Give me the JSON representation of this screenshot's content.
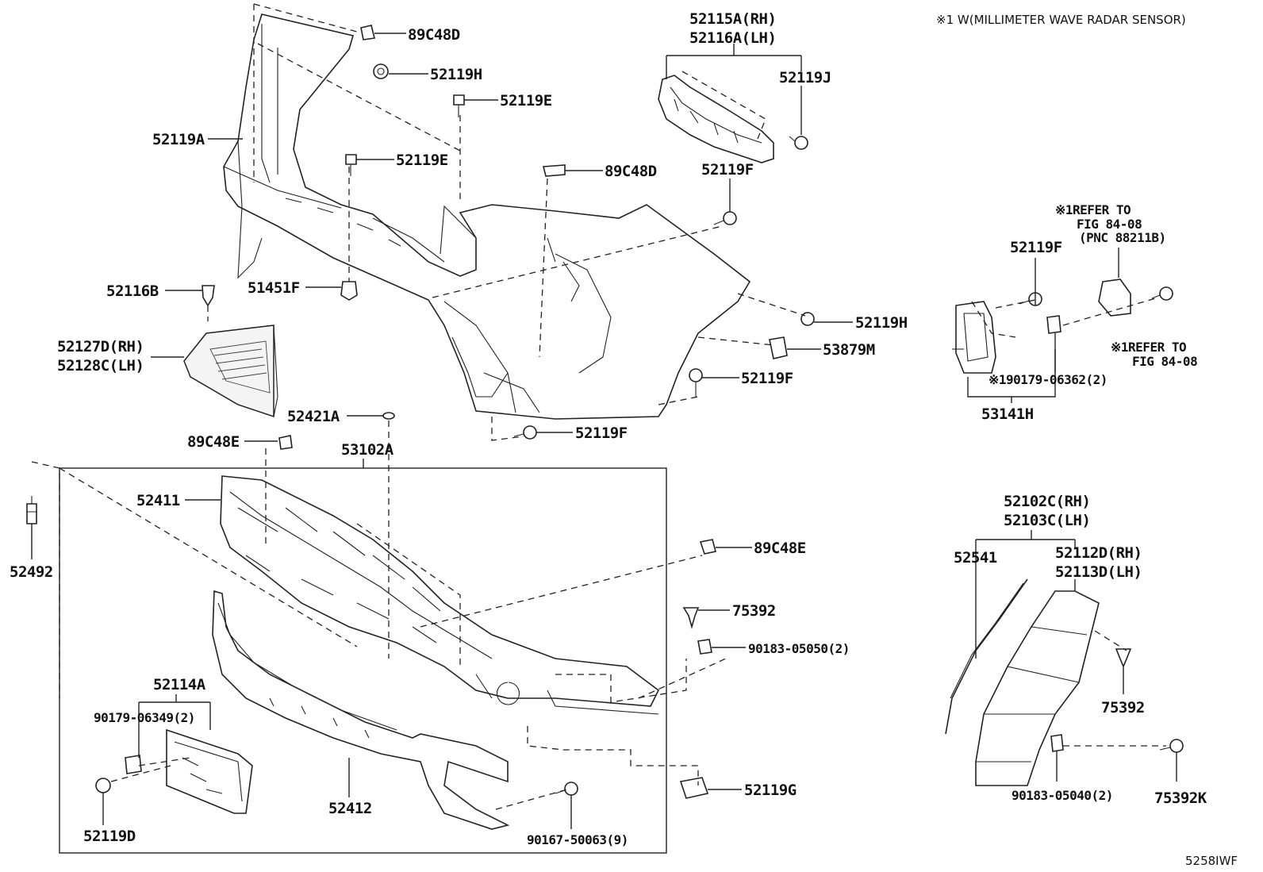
{
  "header": {
    "note": "※1 W(MILLIMETER WAVE RADAR SENSOR)",
    "code": "5258IWF"
  },
  "labels": {
    "l_89c48d_top": "89C48D",
    "l_52119h_top": "52119H",
    "l_52119e_1": "52119E",
    "l_52119a": "52119A",
    "l_52119e_2": "52119E",
    "l_89c48d_mid": "89C48D",
    "l_52115a": "52115A(RH)",
    "l_52116a": "52116A(LH)",
    "l_52119j": "52119J",
    "l_52119f_a": "52119F",
    "l_52116b": "52116B",
    "l_51451f": "51451F",
    "l_52127d": "52127D(RH)",
    "l_52128c": "52128C(LH)",
    "l_52119h_r": "52119H",
    "l_53879m": "53879M",
    "l_52119f_b": "52119F",
    "l_52421a": "52421A",
    "l_52119f_c": "52119F",
    "l_89c48e_a": "89C48E",
    "l_53102a": "53102A",
    "l_52411": "52411",
    "l_52492": "52492",
    "l_89c48e_b": "89C48E",
    "l_75392_a": "75392",
    "l_90183_05050": "90183-05050(2)",
    "l_52114a": "52114A",
    "l_90179_06349": "90179-06349(2)",
    "l_52119d": "52119D",
    "l_52412": "52412",
    "l_90167_50063": "90167-50063(9)",
    "l_52119g": "52119G",
    "l_ref1_a": "※1REFER TO",
    "l_ref1_b": "FIG 84-08",
    "l_ref1_c": "(PNC 88211B)",
    "l_52119f_d": "52119F",
    "l_ref2_a": "※1REFER TO",
    "l_ref2_b": "FIG 84-08",
    "l_190179": "※190179-06362(2)",
    "l_53141h": "53141H",
    "l_52102c": "52102C(RH)",
    "l_52103c": "52103C(LH)",
    "l_52541": "52541",
    "l_52112d": "52112D(RH)",
    "l_52113d": "52113D(LH)",
    "l_75392_b": "75392",
    "l_90183_05040": "90183-05040(2)",
    "l_75392k": "75392K"
  }
}
